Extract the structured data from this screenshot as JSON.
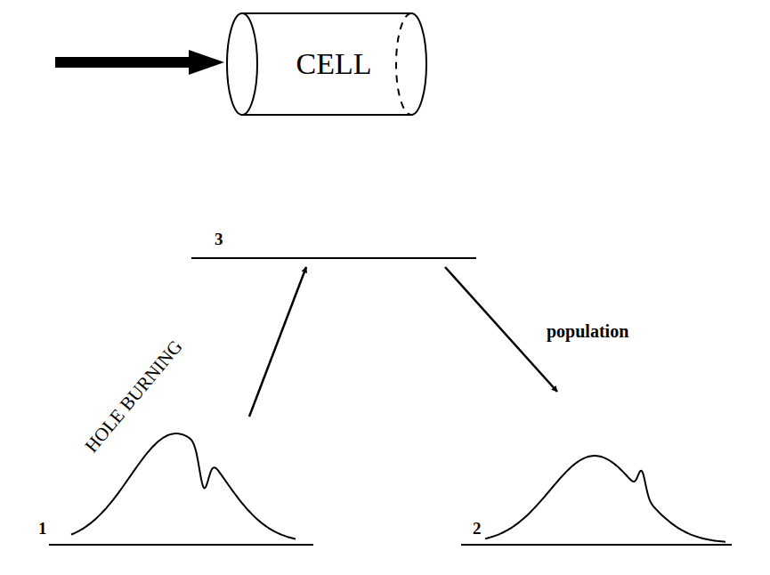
{
  "diagram": {
    "nodes": [
      {
        "text": [
          "CELL"
        ]
      }
    ],
    "labels": [
      "3",
      "HOLE BURNING",
      "population",
      "1",
      "2"
    ]
  }
}
